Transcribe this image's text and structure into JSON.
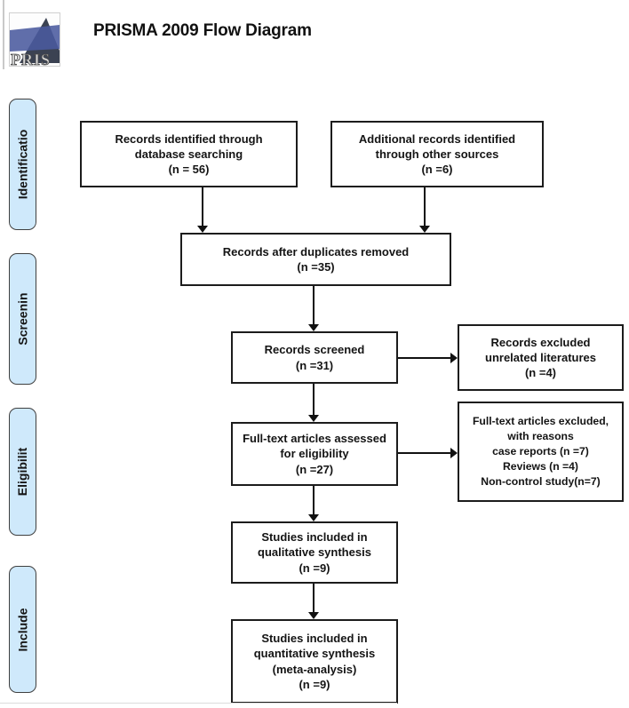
{
  "header": {
    "title": "PRISMA 2009 Flow Diagram",
    "logo_text": "PRIS"
  },
  "phase_labels": [
    {
      "label": "Identificatio"
    },
    {
      "label": "Screenin"
    },
    {
      "label": "Eligibilit"
    },
    {
      "label": "Include"
    }
  ],
  "flow": {
    "boxes": [
      {
        "name": "records-identified-database",
        "text": "Records identified through\ndatabase searching\n(n = 56)"
      },
      {
        "name": "additional-records-other-sources",
        "text": "Additional records identified\nthrough other sources\n(n =6)"
      },
      {
        "name": "records-after-duplicates",
        "text": "Records after duplicates removed\n(n =35)"
      },
      {
        "name": "records-screened",
        "text": "Records screened\n(n =31)"
      },
      {
        "name": "records-excluded",
        "text": "Records excluded\nunrelated literatures\n(n =4)"
      },
      {
        "name": "fulltext-assessed",
        "text": "Full-text articles assessed\nfor eligibility\n(n =27)"
      },
      {
        "name": "fulltext-excluded",
        "text": "Full-text articles excluded,\nwith reasons\ncase reports (n =7)\nReviews (n =4)\nNon-control study(n=7)"
      },
      {
        "name": "qualitative-synthesis",
        "text": "Studies included in\nqualitative synthesis\n(n =9)"
      },
      {
        "name": "quantitative-synthesis",
        "text": "Studies included in\nquantitative synthesis\n(meta-analysis)\n(n =9)"
      }
    ]
  },
  "colors": {
    "phase_label_fill": "#cfe9fb",
    "phase_label_border": "#3f3f3f",
    "box_border": "#1c1c1c",
    "arrow": "#111111",
    "logo_blue": "#4a5a9e",
    "logo_dark": "#3b4252"
  }
}
